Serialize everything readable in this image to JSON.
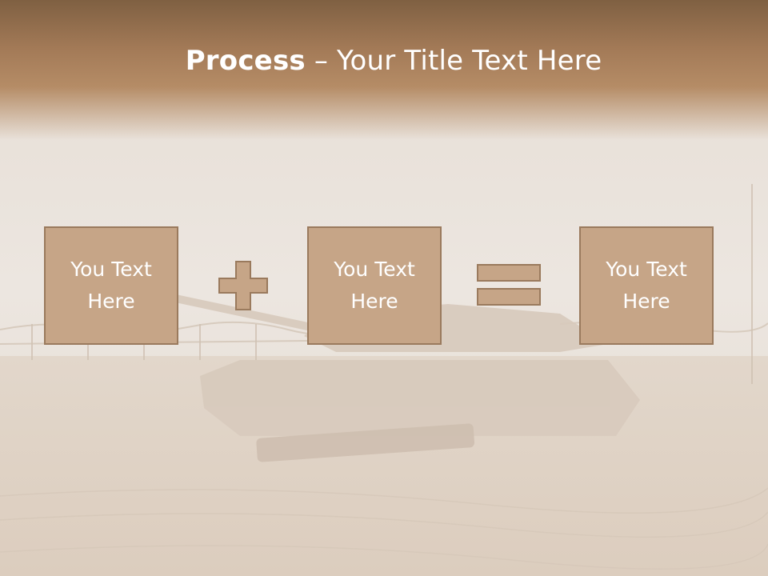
{
  "slide": {
    "title_bold": "Process",
    "title_rest": " – Your Title Text Here",
    "boxes": [
      {
        "text": "You Text Here"
      },
      {
        "text": "You Text Here"
      },
      {
        "text": "You Text Here"
      }
    ],
    "operators": [
      "plus-icon",
      "equals-icon"
    ]
  },
  "colors": {
    "header": "#a37a57",
    "box_fill": "#c6a587",
    "box_border": "#9a7a5d",
    "operator_fill": "#c6a587",
    "title_text": "#ffffff"
  }
}
